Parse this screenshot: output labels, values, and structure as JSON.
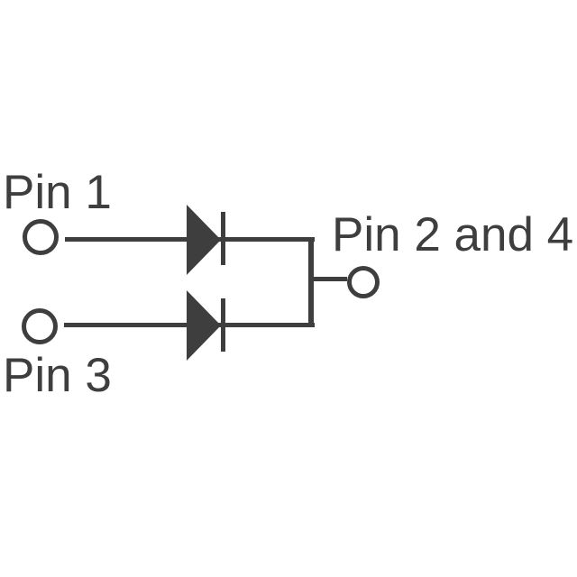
{
  "colors": {
    "line": "#3e3e3e",
    "background": "#ffffff"
  },
  "diagram": {
    "type": "schematic",
    "description": "Dual diode schematic, two anodes with cathodes joined to a common output terminal",
    "labels": {
      "pin_1": "Pin 1",
      "pin_3": "Pin 3",
      "pin_2_and_4": "Pin 2 and 4"
    },
    "connections": [
      {
        "from": "Pin 1",
        "through": "diode",
        "to": "Pin 2 and 4"
      },
      {
        "from": "Pin 3",
        "through": "diode",
        "to": "Pin 2 and 4"
      }
    ]
  }
}
